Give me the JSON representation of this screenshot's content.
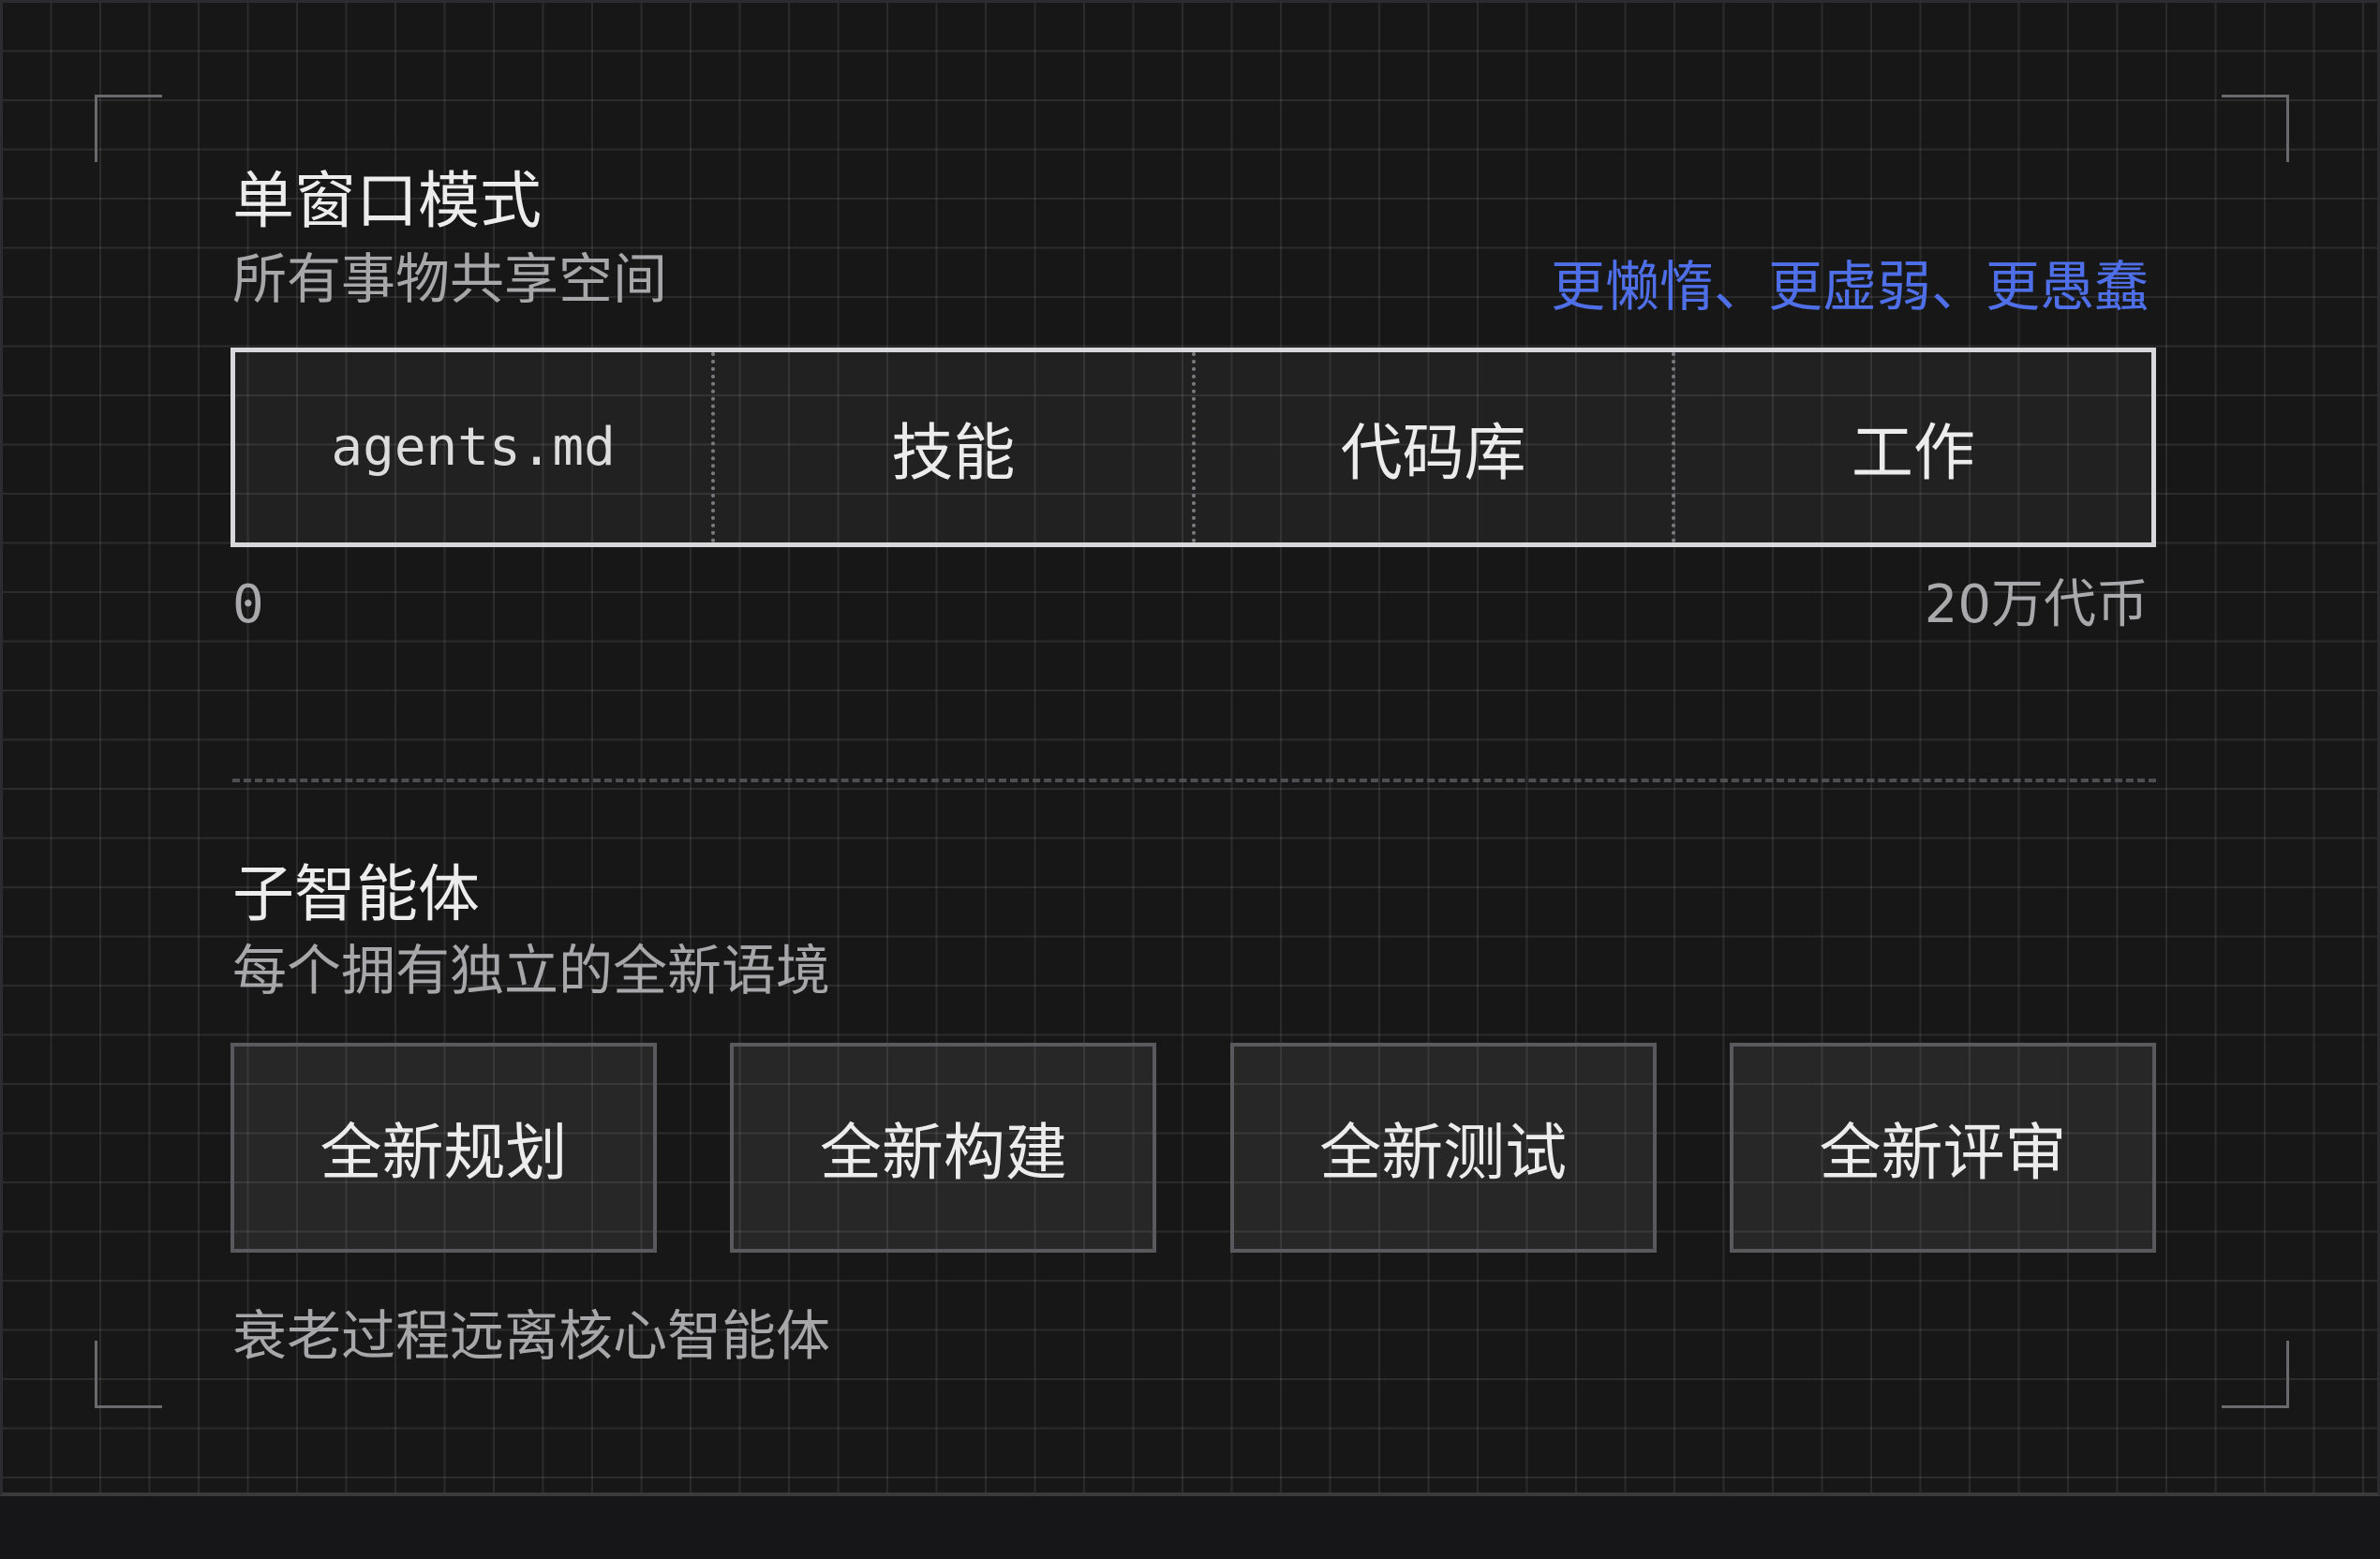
{
  "single_window": {
    "title": "单窗口模式",
    "subtitle": "所有事物共享空间",
    "note": "更懒惰、更虚弱、更愚蠢",
    "segments": [
      "agents.md",
      "技能",
      "代码库",
      "工作"
    ],
    "axis_min": "0",
    "axis_max": "20万代币"
  },
  "subagents": {
    "title": "子智能体",
    "subtitle": "每个拥有独立的全新语境",
    "boxes": [
      "全新规划",
      "全新构建",
      "全新测试",
      "全新评审"
    ],
    "footnote": "衰老过程远离核心智能体"
  },
  "colors": {
    "background": "#171718",
    "accent": "#4f6fe8",
    "text": "#ececec",
    "muted": "#a7a7aa"
  }
}
